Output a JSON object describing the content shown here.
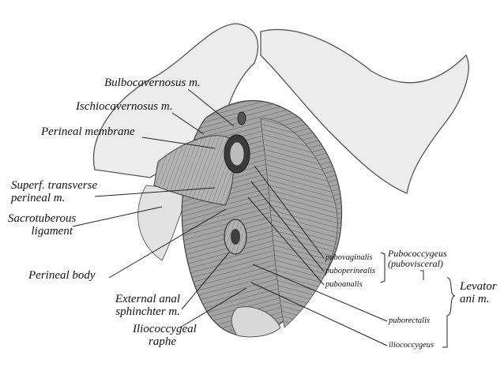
{
  "labels": {
    "bulbocavernosus": "Bulbocavernosus m.",
    "ischiocavernosus": "Ischiocavernosus m.",
    "perineal_membrane": "Perineal membrane",
    "superf_transverse_1": "Superf. transverse",
    "superf_transverse_2": "perineal m.",
    "sacrotuberous_1": "Sacrotuberous",
    "sacrotuberous_2": "ligament",
    "perineal_body": "Perineal body",
    "external_anal_1": "External anal",
    "external_anal_2": "sphinchter m.",
    "iliococcygeal_1": "Iliococcygeal",
    "iliococcygeal_2": "raphe",
    "pubovaginalis": "pubovaginalis",
    "puboperinealis": "puboperinealis",
    "puboanalis": "puboanalis",
    "pubococcygeus_1": "Pubococcygeus",
    "pubococcygeus_2": "(pubovisceral)",
    "levator_1": "Levator",
    "levator_2": "ani m.",
    "puborectalis": "puborectalis",
    "iliococcygeus": "iliococcygeus"
  },
  "colors": {
    "line": "#222222",
    "bone": "#e9e9e9",
    "muscle": "#9a9a9a",
    "muscle_dark": "#5a5a5a"
  }
}
